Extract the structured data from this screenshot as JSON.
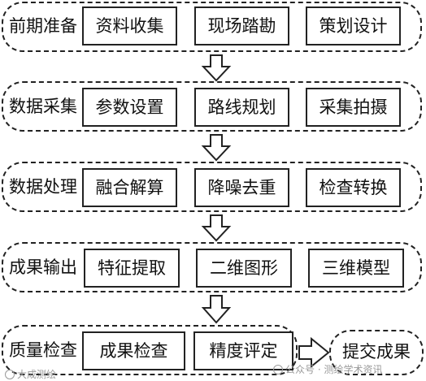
{
  "stages": [
    {
      "label": "前期准备",
      "steps": [
        "资料收集",
        "现场踏勘",
        "策划设计"
      ]
    },
    {
      "label": "数据采集",
      "steps": [
        "参数设置",
        "路线规划",
        "采集拍摄"
      ]
    },
    {
      "label": "数据处理",
      "steps": [
        "融合解算",
        "降噪去重",
        "检查转换"
      ]
    },
    {
      "label": "成果输出",
      "steps": [
        "特征提取",
        "二维图形",
        "三维模型"
      ]
    },
    {
      "label": "质量检查",
      "steps": [
        "成果检查",
        "精度评定"
      ]
    }
  ],
  "final": {
    "label": "提交成果"
  },
  "watermarks": {
    "left": "大成测绘",
    "right": "公众号 · 测绘学术资讯"
  }
}
